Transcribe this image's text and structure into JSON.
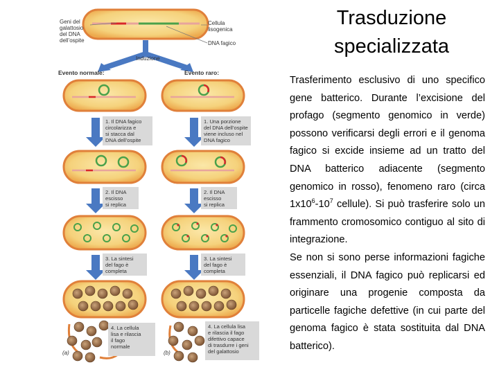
{
  "slide": {
    "title_line1": "Trasduzione",
    "title_line2": "specializzata",
    "paragraph1": {
      "part1": "Trasferimento esclusivo di uno specifico gene batterico. Durante l’excisione del profago (segmento genomico in verde) possono verificarsi degli errori e il genoma fagico si excide insieme ad un tratto del DNA batterico adiacente (segmento genomico in rosso), fenomeno raro (circa 1x10",
      "exp1": "6",
      "part2": "-10",
      "exp2": "7",
      "part3": " cellule). Si può trasferire solo un frammento cromosomico contiguo al sito di integrazione."
    },
    "paragraph2": "Se non si sono perse informazioni fagiche essenziali, il DNA fagico può replicarsi ed originare una progenie composta da particelle fagiche defettive (in cui parte del genoma fagico è stata sostituita dal DNA batterico)."
  },
  "figure": {
    "label_genes": [
      "Geni del",
      "galattosio",
      "del DNA",
      "dell’ospite"
    ],
    "label_cell": [
      "Cellula",
      "lisogenica"
    ],
    "label_phage_dna": "DNA fagico",
    "label_induction": "Induzione",
    "label_normal": "Evento normale:",
    "label_rare": "Evento raro:",
    "steps_left": [
      [
        "1. Il DNA fagico",
        "circolarizza e",
        "si stacca dal",
        "DNA dell’ospite"
      ],
      [
        "2. Il DNA",
        "escisso",
        "si replica"
      ],
      [
        "3. La sintesi",
        "del fago è",
        "completa"
      ],
      [
        "4. La cellula",
        "lisa e rilascia",
        "il fago",
        "normale"
      ]
    ],
    "steps_right": [
      [
        "1. Una porzione",
        "del DNA dell’ospite",
        "viene incluso nel",
        "DNA fagico"
      ],
      [
        "2. Il DNA",
        "escisso",
        "si replica"
      ],
      [
        "3. La sintesi",
        "del fago è",
        "completa"
      ],
      [
        "4. La cellula lisa",
        "e rilascia il fago",
        "difettivo capace",
        "di trasdurre i geni",
        "del galattosio"
      ]
    ],
    "panel_a": "(a)",
    "panel_b": "(b)"
  },
  "colors": {
    "cell_fill": "#f5d27c",
    "cell_edge": "#e0803a",
    "host_dna": "#e8a49c",
    "phage_dna": "#4aa14a",
    "bacterial_gene": "#d8262b",
    "phage_head": "#9a6d45",
    "arrow": "#4a79c2",
    "step_box": "#d9d9d9"
  }
}
